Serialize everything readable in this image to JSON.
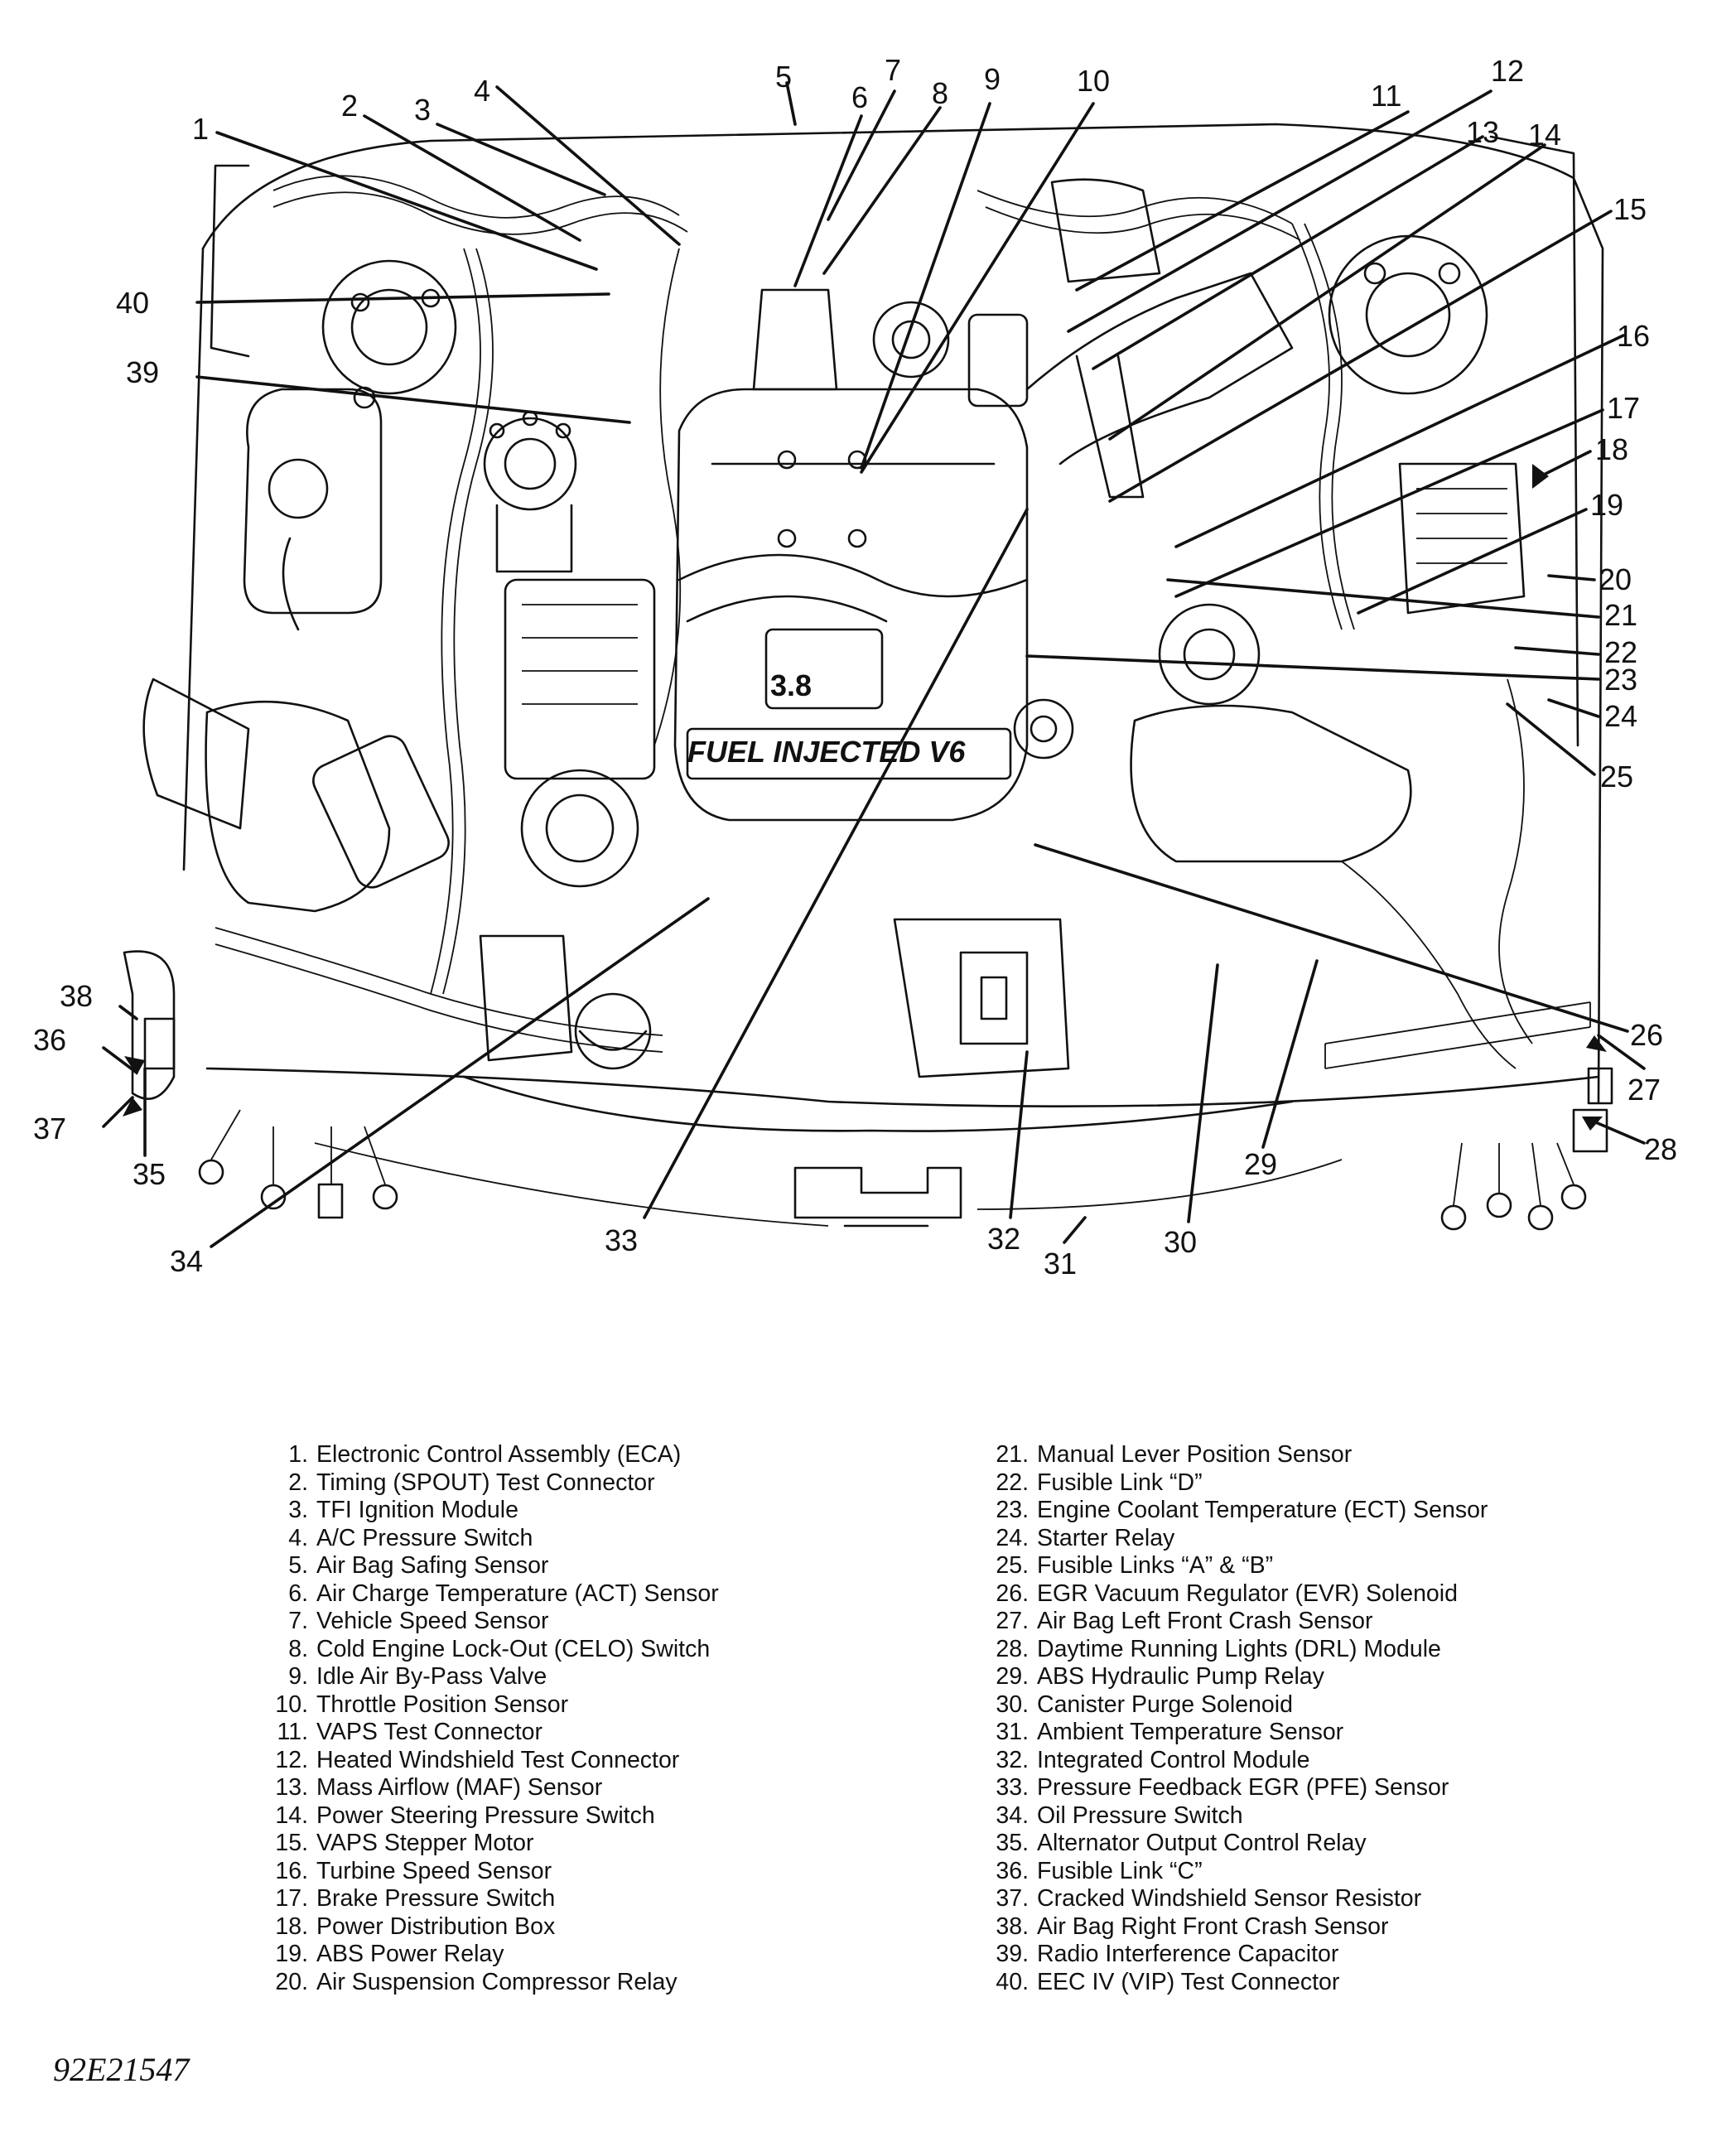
{
  "diagram": {
    "engine_badge": "3.8",
    "manifold_text": "FUEL INJECTED V6",
    "figure_id": "92E21547"
  },
  "legend": [
    {
      "num": "1.",
      "label": "Electronic Control Assembly (ECA)"
    },
    {
      "num": "2.",
      "label": "Timing (SPOUT) Test Connector"
    },
    {
      "num": "3.",
      "label": "TFI Ignition Module"
    },
    {
      "num": "4.",
      "label": "A/C Pressure Switch"
    },
    {
      "num": "5.",
      "label": "Air Bag Safing Sensor"
    },
    {
      "num": "6.",
      "label": "Air Charge Temperature (ACT) Sensor"
    },
    {
      "num": "7.",
      "label": "Vehicle Speed Sensor"
    },
    {
      "num": "8.",
      "label": "Cold Engine Lock-Out (CELO) Switch"
    },
    {
      "num": "9.",
      "label": "Idle Air By-Pass Valve"
    },
    {
      "num": "10.",
      "label": "Throttle Position Sensor"
    },
    {
      "num": "11.",
      "label": "VAPS Test Connector"
    },
    {
      "num": "12.",
      "label": "Heated Windshield Test Connector"
    },
    {
      "num": "13.",
      "label": "Mass Airflow (MAF) Sensor"
    },
    {
      "num": "14.",
      "label": "Power Steering Pressure Switch"
    },
    {
      "num": "15.",
      "label": "VAPS Stepper Motor"
    },
    {
      "num": "16.",
      "label": "Turbine Speed Sensor"
    },
    {
      "num": "17.",
      "label": "Brake Pressure Switch"
    },
    {
      "num": "18.",
      "label": "Power Distribution Box"
    },
    {
      "num": "19.",
      "label": "ABS Power Relay"
    },
    {
      "num": "20.",
      "label": "Air Suspension Compressor Relay"
    },
    {
      "num": "21.",
      "label": "Manual Lever Position Sensor"
    },
    {
      "num": "22.",
      "label": "Fusible Link “D”"
    },
    {
      "num": "23.",
      "label": "Engine Coolant Temperature (ECT) Sensor"
    },
    {
      "num": "24.",
      "label": "Starter Relay"
    },
    {
      "num": "25.",
      "label": "Fusible Links “A” & “B”"
    },
    {
      "num": "26.",
      "label": "EGR Vacuum Regulator (EVR) Solenoid"
    },
    {
      "num": "27.",
      "label": "Air Bag Left Front Crash Sensor"
    },
    {
      "num": "28.",
      "label": "Daytime Running Lights (DRL) Module"
    },
    {
      "num": "29.",
      "label": "ABS Hydraulic Pump Relay"
    },
    {
      "num": "30.",
      "label": "Canister Purge Solenoid"
    },
    {
      "num": "31.",
      "label": "Ambient Temperature Sensor"
    },
    {
      "num": "32.",
      "label": "Integrated Control Module"
    },
    {
      "num": "33.",
      "label": "Pressure Feedback EGR (PFE) Sensor"
    },
    {
      "num": "34.",
      "label": "Oil Pressure Switch"
    },
    {
      "num": "35.",
      "label": "Alternator Output Control Relay"
    },
    {
      "num": "36.",
      "label": "Fusible Link “C”"
    },
    {
      "num": "37.",
      "label": "Cracked Windshield Sensor Resistor"
    },
    {
      "num": "38.",
      "label": "Air Bag Right Front Crash Sensor"
    },
    {
      "num": "39.",
      "label": "Radio Interference Capacitor"
    },
    {
      "num": "40.",
      "label": "EEC IV (VIP) Test Connector"
    }
  ],
  "callouts": [
    "1",
    "2",
    "3",
    "4",
    "5",
    "6",
    "7",
    "8",
    "9",
    "10",
    "11",
    "12",
    "13",
    "14",
    "15",
    "16",
    "17",
    "18",
    "19",
    "20",
    "21",
    "22",
    "23",
    "24",
    "25",
    "26",
    "27",
    "28",
    "29",
    "30",
    "31",
    "32",
    "33",
    "34",
    "35",
    "36",
    "37",
    "38",
    "39",
    "40"
  ]
}
